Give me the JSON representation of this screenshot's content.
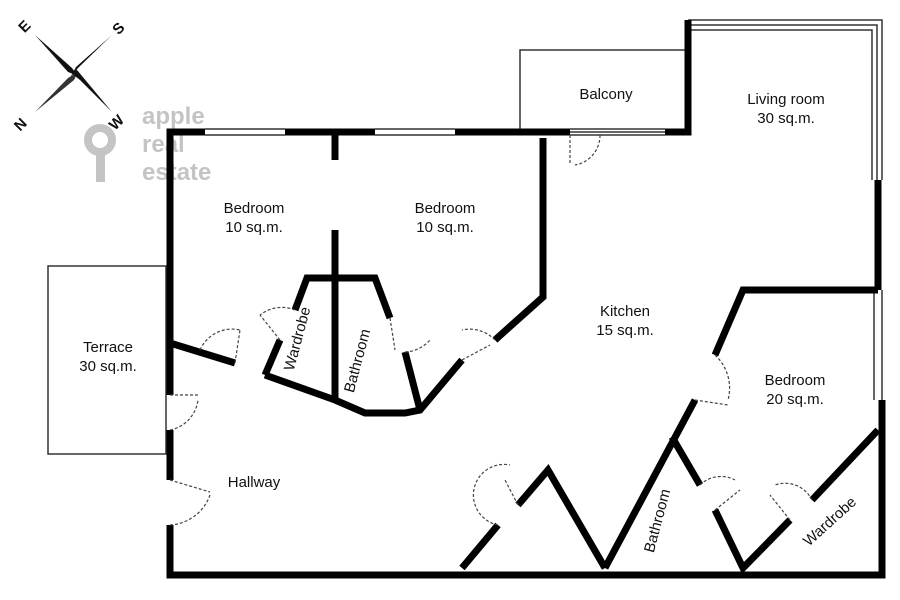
{
  "compass": {
    "e": "E",
    "s": "S",
    "n": "N",
    "w": "W"
  },
  "watermark": {
    "line1": "apple",
    "line2": "real",
    "line3": "estate"
  },
  "rooms": [
    {
      "name": "Balcony",
      "area": ""
    },
    {
      "name": "Living room",
      "area": "30 sq.m."
    },
    {
      "name": "Bedroom",
      "area": "10 sq.m."
    },
    {
      "name": "Bedroom",
      "area": "10 sq.m."
    },
    {
      "name": "Terrace",
      "area": "30 sq.m."
    },
    {
      "name": "Kitchen",
      "area": "15 sq.m."
    },
    {
      "name": "Bedroom",
      "area": "20 sq.m."
    },
    {
      "name": "Hallway",
      "area": ""
    },
    {
      "name": "Wardrobe",
      "area": ""
    },
    {
      "name": "Bathroom",
      "area": ""
    },
    {
      "name": "Bathroom",
      "area": ""
    },
    {
      "name": "Wardrobe",
      "area": ""
    }
  ],
  "colors": {
    "wall": "#000000",
    "thin": "#555555",
    "watermark": "#c4c4c4"
  }
}
